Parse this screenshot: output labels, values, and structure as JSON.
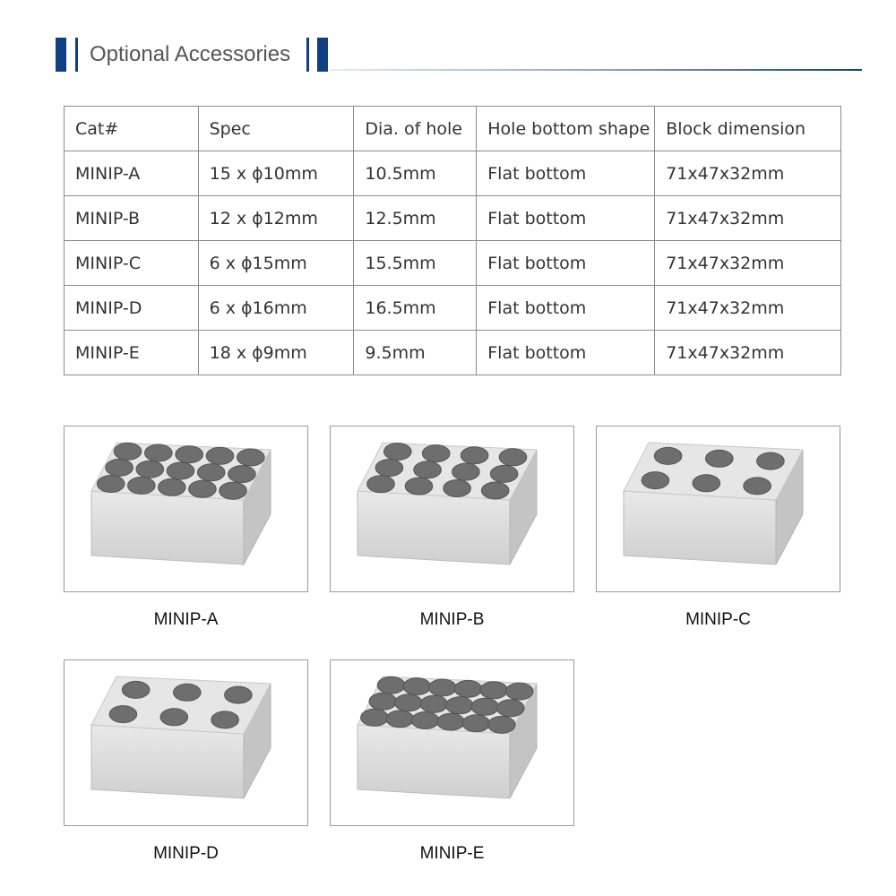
{
  "header": {
    "title": "Optional Accessories"
  },
  "table": {
    "columns": [
      "Cat#",
      "Spec",
      "Dia. of hole",
      "Hole bottom shape",
      "Block dimension"
    ],
    "rows": [
      [
        "MINIP-A",
        "15 x ϕ10mm",
        "10.5mm",
        "Flat bottom",
        "71x47x32mm"
      ],
      [
        "MINIP-B",
        "12 x ϕ12mm",
        "12.5mm",
        "Flat bottom",
        "71x47x32mm"
      ],
      [
        "MINIP-C",
        "6 x ϕ15mm",
        "15.5mm",
        "Flat bottom",
        "71x47x32mm"
      ],
      [
        "MINIP-D",
        "6 x ϕ16mm",
        "16.5mm",
        "Flat bottom",
        "71x47x32mm"
      ],
      [
        "MINIP-E",
        "18 x ϕ9mm",
        "9.5mm",
        "Flat bottom",
        "71x47x32mm"
      ]
    ]
  },
  "products": [
    {
      "label": "MINIP-A",
      "holes": 15,
      "cols": 5,
      "rows": 3
    },
    {
      "label": "MINIP-B",
      "holes": 12,
      "cols": 4,
      "rows": 3
    },
    {
      "label": "MINIP-C",
      "holes": 6,
      "cols": 3,
      "rows": 2
    },
    {
      "label": "MINIP-D",
      "holes": 6,
      "cols": 3,
      "rows": 2
    },
    {
      "label": "MINIP-E",
      "holes": 18,
      "cols": 6,
      "rows": 3
    }
  ],
  "colors": {
    "accent": "#123f82",
    "block_top": "#e6e6e6",
    "block_front": "#d9d9d9",
    "block_side": "#c4c4c4",
    "hole": "#6e6e6e"
  }
}
